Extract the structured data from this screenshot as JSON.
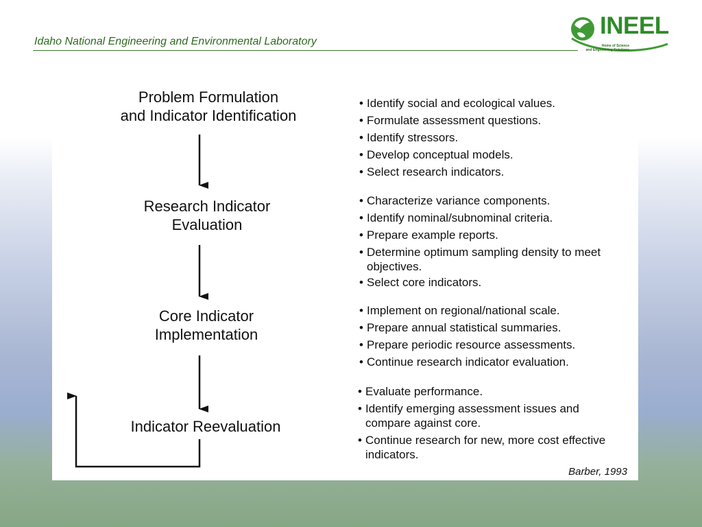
{
  "header": {
    "title": "Idaho National Engineering and Environmental Laboratory",
    "logo_text": "INEEL",
    "logo_tagline": [
      "Home of Science",
      "and Engineering Solutions"
    ]
  },
  "diagram": {
    "stages": [
      {
        "lines": [
          "Problem Formulation",
          "and Indicator Identification"
        ]
      },
      {
        "lines": [
          "Research Indicator",
          "Evaluation"
        ]
      },
      {
        "lines": [
          "Core Indicator",
          "Implementation"
        ]
      },
      {
        "lines": [
          "Indicator Reevaluation"
        ]
      }
    ],
    "bullet_groups": [
      [
        "Identify social and ecological values.",
        "Formulate assessment questions.",
        "Identify stressors.",
        "Develop conceptual models.",
        "Select research indicators."
      ],
      [
        "Characterize variance components.",
        "Identify nominal/subnominal criteria.",
        "Prepare example reports.",
        "Determine optimum sampling density to meet objectives.",
        "Select core indicators."
      ],
      [
        "Implement on regional/national scale.",
        "Prepare annual statistical summaries.",
        "Prepare periodic resource assessments.",
        "Continue research indicator evaluation."
      ],
      [
        "Evaluate performance.",
        "Identify emerging assessment issues and compare against core.",
        "Continue research for new, more cost effective indicators."
      ]
    ],
    "citation": "Barber, 1993"
  },
  "colors": {
    "brand_green": "#2f8a2a",
    "header_text": "#2f6b1f"
  }
}
